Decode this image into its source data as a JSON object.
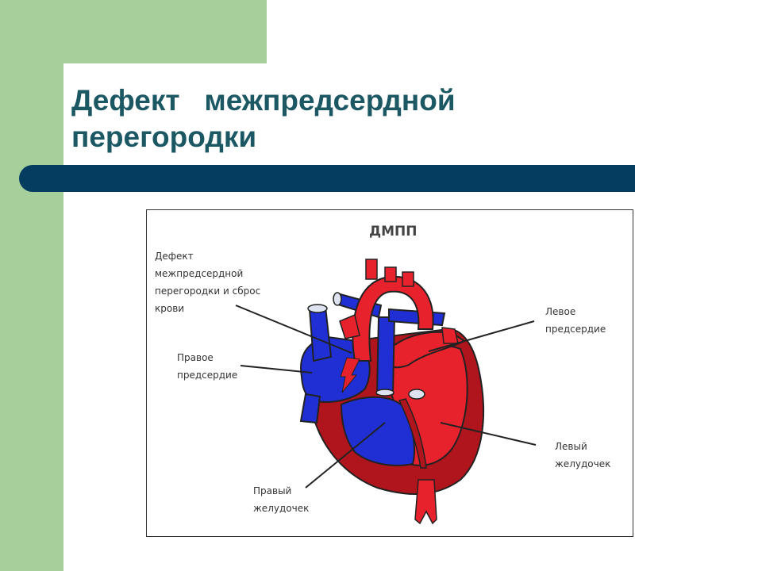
{
  "slide": {
    "title_line1": "Дефект   межпредсердной",
    "title_line2": "перегородки"
  },
  "figure": {
    "title": "ДМПП",
    "labels": {
      "asd_line1": "Дефект",
      "asd_line2": "межпредсердной",
      "asd_line3": "перегородки и сброс",
      "asd_line4": "крови",
      "ra_line1": "Правое",
      "ra_line2": "предсердие",
      "la_line1": "Левое",
      "la_line2": "предсердие",
      "lv_line1": "Левый",
      "lv_line2": "желудочек",
      "rv_line1": "Правый",
      "rv_line2": "желудочек"
    },
    "colors": {
      "red": "#e8222c",
      "dark_red": "#b0141c",
      "blue": "#1f2fd4",
      "dark_blue": "#141f8f"
    }
  },
  "theme": {
    "green": "#a6cf9c",
    "title_color": "#1c5863",
    "bar_color": "#053d61"
  }
}
